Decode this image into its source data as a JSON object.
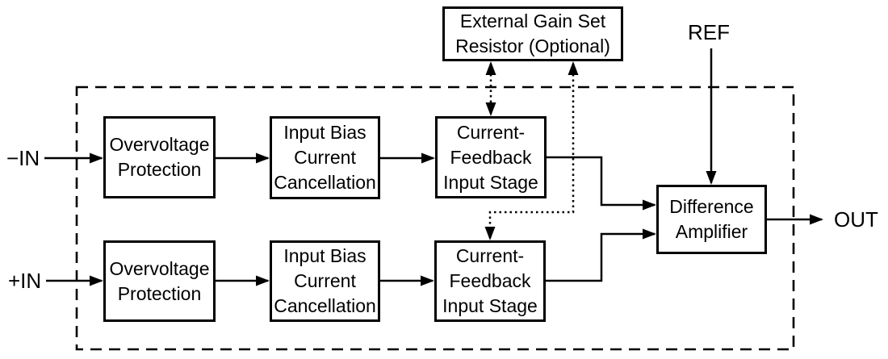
{
  "ports": {
    "neg_in": "−IN",
    "pos_in": "+IN",
    "ref": "REF",
    "out": "OUT"
  },
  "labels": {
    "external_gain_resistor": "External Gain Set\nResistor (Optional)",
    "overvoltage_protection": "Overvoltage\nProtection",
    "input_bias_cancellation": "Input Bias\nCurrent\nCancellation",
    "current_feedback_stage": "Current-\nFeedback\nInput Stage",
    "difference_amplifier": "Difference\nAmplifier"
  },
  "colors": {
    "line": "#000000",
    "background": "#ffffff",
    "text": "#000000"
  }
}
